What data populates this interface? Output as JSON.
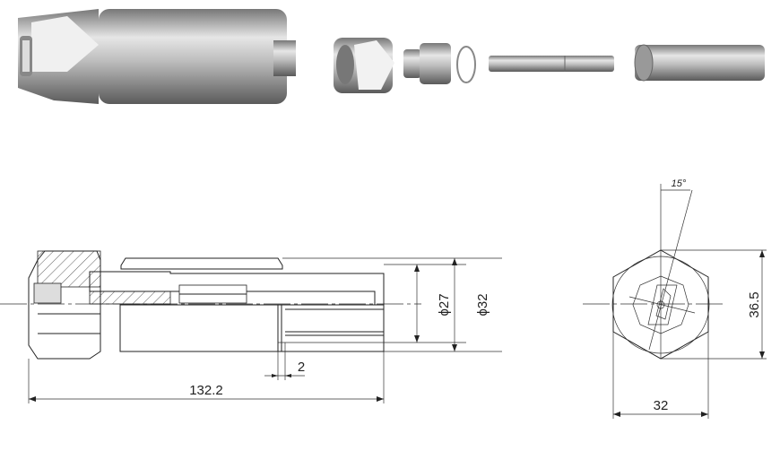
{
  "title": "Nozzle assembly drawing",
  "dimensions": {
    "overall_length": "132.2",
    "inner_diameter": "ϕ27",
    "outer_diameter": "ϕ32",
    "gap": "2",
    "hex_across_corners": "36.5",
    "hex_across_flats": "32",
    "slot_angle": "15°"
  },
  "colors": {
    "line": "#222222",
    "metal_light": "#e8e8e8",
    "metal_dark": "#6e6e6e"
  }
}
